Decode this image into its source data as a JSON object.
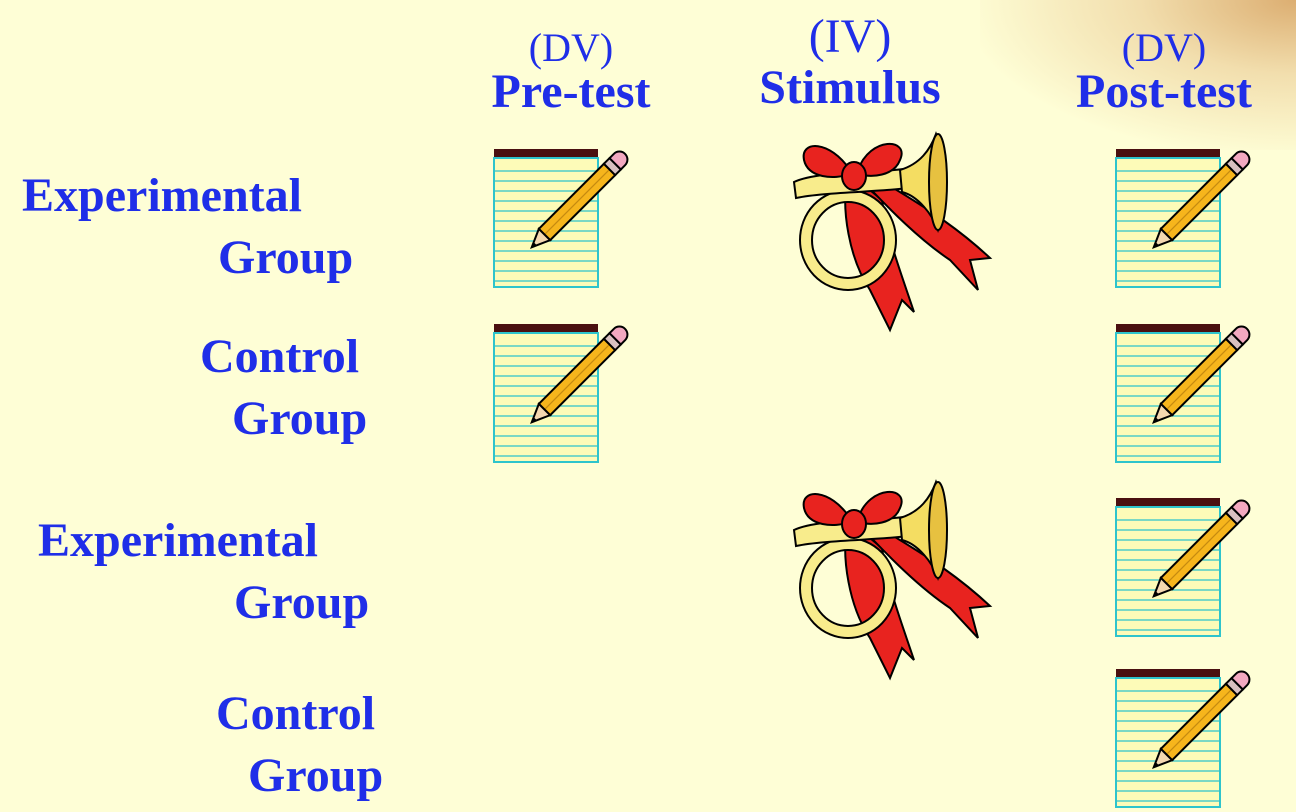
{
  "columns": [
    {
      "var": "(DV)",
      "name": "Pre-test"
    },
    {
      "var": "(IV)",
      "name": "Stimulus"
    },
    {
      "var": "(DV)",
      "name": "Post-test"
    }
  ],
  "rows": [
    {
      "line1": "Experimental",
      "line2": "Group"
    },
    {
      "line1": "Control",
      "line2": "Group"
    },
    {
      "line1": "Experimental",
      "line2": "Group"
    },
    {
      "line1": "Control",
      "line2": "Group"
    }
  ],
  "icons": {
    "test": "notepad-pencil-icon",
    "stimulus": "horn-with-ribbon-icon"
  },
  "colors": {
    "background": "#fefed6",
    "text": "#1f2ee8"
  }
}
